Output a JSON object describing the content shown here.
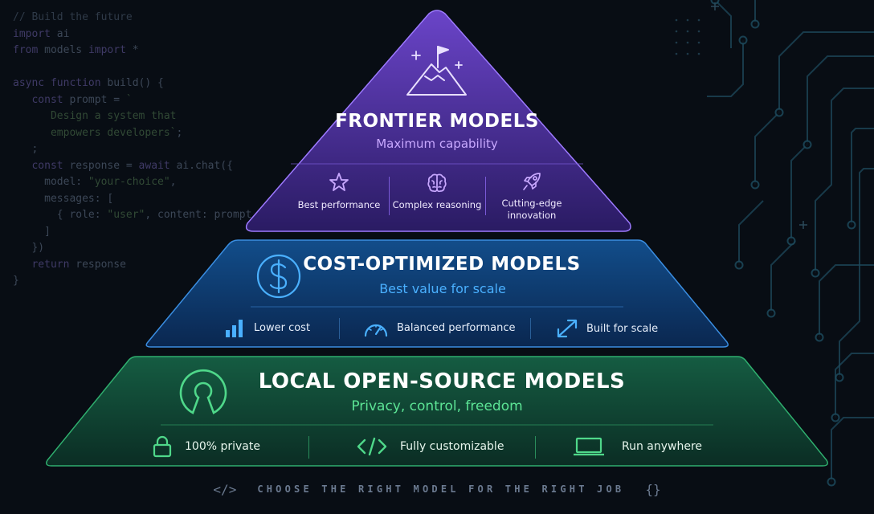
{
  "code_lines": [
    [
      {
        "c": "c",
        "t": "// Build the future"
      }
    ],
    [
      {
        "c": "k",
        "t": "import"
      },
      {
        "c": "t",
        "t": " ai"
      }
    ],
    [
      {
        "c": "k",
        "t": "from"
      },
      {
        "c": "t",
        "t": " models "
      },
      {
        "c": "k",
        "t": "import"
      },
      {
        "c": "t",
        "t": " *"
      }
    ],
    [
      {
        "c": "t",
        "t": ""
      }
    ],
    [
      {
        "c": "k",
        "t": "async function"
      },
      {
        "c": "t",
        "t": " build() {"
      }
    ],
    [
      {
        "c": "t",
        "t": "   "
      },
      {
        "c": "k",
        "t": "const"
      },
      {
        "c": "t",
        "t": " prompt = "
      },
      {
        "c": "s",
        "t": "`"
      }
    ],
    [
      {
        "c": "s",
        "t": "      Design a system that"
      }
    ],
    [
      {
        "c": "s",
        "t": "      empowers developers`"
      },
      {
        "c": "t",
        "t": ";"
      }
    ],
    [
      {
        "c": "t",
        "t": "   ;"
      }
    ],
    [
      {
        "c": "t",
        "t": "   "
      },
      {
        "c": "k",
        "t": "const"
      },
      {
        "c": "t",
        "t": " response = "
      },
      {
        "c": "k",
        "t": "await"
      },
      {
        "c": "t",
        "t": " ai.chat({"
      }
    ],
    [
      {
        "c": "t",
        "t": "     model: "
      },
      {
        "c": "s",
        "t": "\"your-choice\""
      },
      {
        "c": "t",
        "t": ","
      }
    ],
    [
      {
        "c": "t",
        "t": "     messages: ["
      }
    ],
    [
      {
        "c": "t",
        "t": "       { role: "
      },
      {
        "c": "s",
        "t": "\"user\""
      },
      {
        "c": "t",
        "t": ", content: prompt }"
      }
    ],
    [
      {
        "c": "t",
        "t": "     ]"
      }
    ],
    [
      {
        "c": "t",
        "t": "   })"
      }
    ],
    [
      {
        "c": "t",
        "t": "   "
      },
      {
        "c": "k",
        "t": "return"
      },
      {
        "c": "t",
        "t": " response"
      }
    ],
    [
      {
        "c": "t",
        "t": "}"
      }
    ]
  ],
  "frontier": {
    "title": "FRONTIER MODELS",
    "subtitle": "Maximum capability",
    "features": [
      {
        "icon": "star-icon",
        "lines": [
          "Best performance"
        ]
      },
      {
        "icon": "brain-icon",
        "lines": [
          "Complex reasoning"
        ]
      },
      {
        "icon": "rocket-icon",
        "lines": [
          "Cutting-edge",
          "innovation"
        ]
      }
    ]
  },
  "cost": {
    "title": "COST-OPTIMIZED MODELS",
    "subtitle": "Best value for scale",
    "features": [
      {
        "icon": "bar-chart-icon",
        "label": "Lower cost"
      },
      {
        "icon": "gauge-icon",
        "label": "Balanced performance"
      },
      {
        "icon": "expand-arrows-icon",
        "label": "Built for scale"
      }
    ]
  },
  "local": {
    "title": "LOCAL OPEN-SOURCE MODELS",
    "subtitle": "Privacy, control, freedom",
    "features": [
      {
        "icon": "lock-icon",
        "label": "100% private"
      },
      {
        "icon": "code-brackets-icon",
        "label": "Fully customizable"
      },
      {
        "icon": "laptop-icon",
        "label": "Run anywhere"
      }
    ]
  },
  "footer": {
    "left_symbol": "</>",
    "text": "CHOOSE THE RIGHT MODEL FOR THE RIGHT JOB",
    "right_symbol": "{}"
  },
  "colors": {
    "frontier_accent": "#b58cff",
    "cost_accent": "#45a8ff",
    "local_accent": "#4fd88a",
    "circuit": "#1d4a5c"
  }
}
